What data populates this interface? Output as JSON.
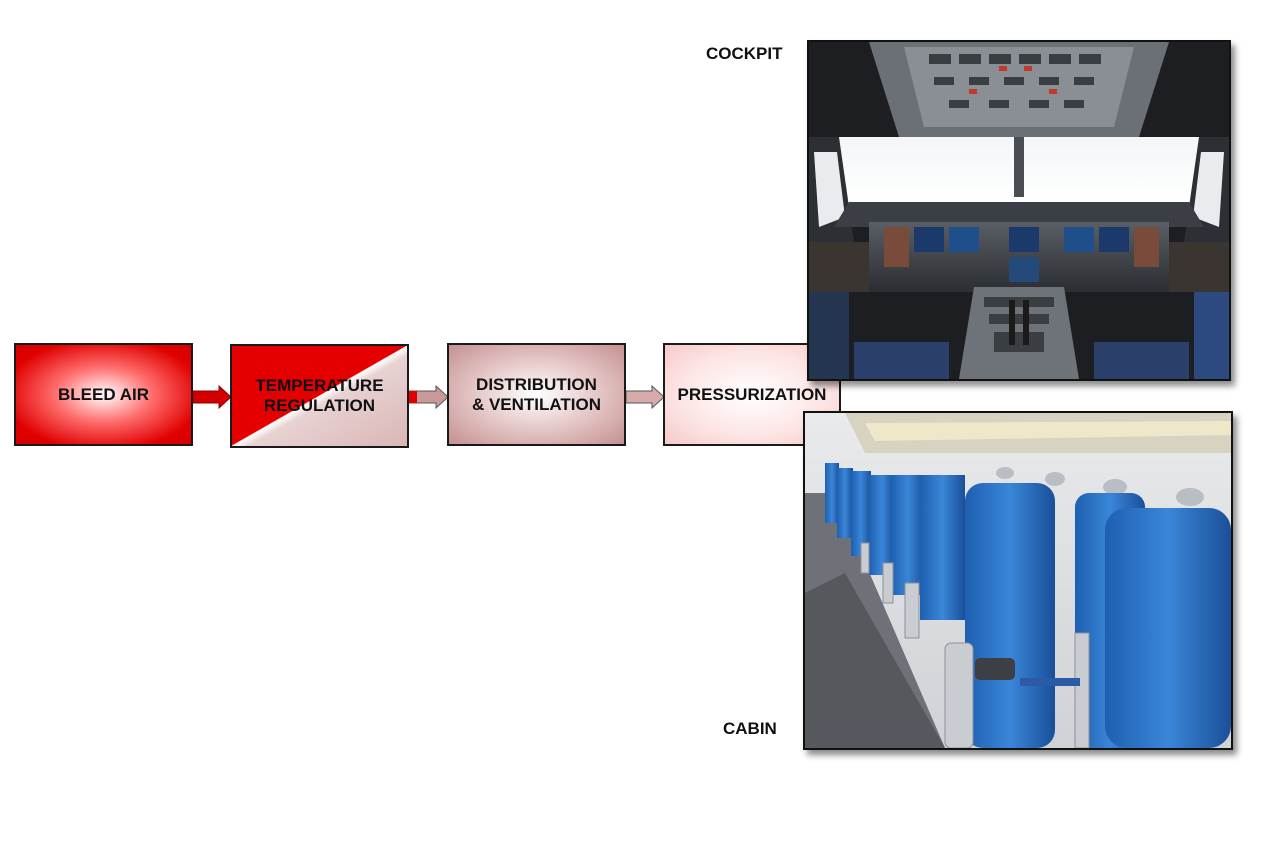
{
  "boxes": {
    "bleed_air": "BLEED AIR",
    "temperature_regulation": "TEMPERATURE\nREGULATION",
    "distribution_ventilation": "DISTRIBUTION\n& VENTILATION",
    "pressurization": "PRESSURIZATION"
  },
  "labels": {
    "cockpit": "COCKPIT",
    "cabin": "CABIN"
  },
  "colors": {
    "bleed_air_fill": "#e00000",
    "temperature_fill_red": "#e30000",
    "distribution_fill": "#c49090",
    "pressurization_fill": "#f6c9c9"
  }
}
